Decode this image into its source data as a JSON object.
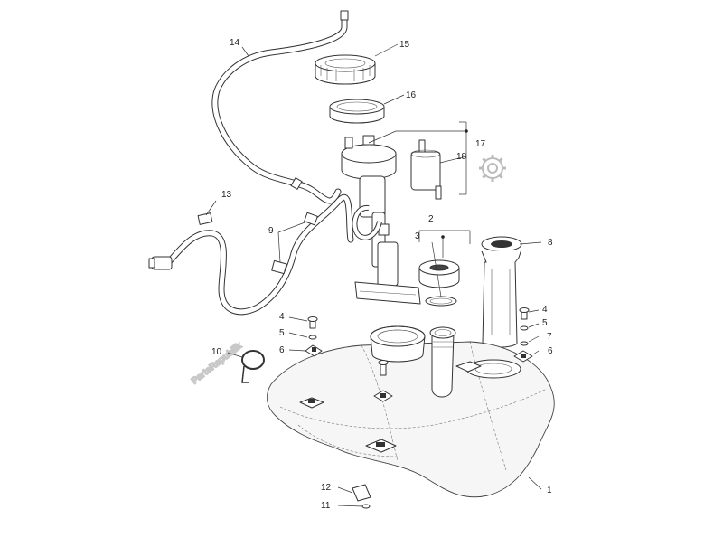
{
  "watermark": {
    "text": "PartsRepublik",
    "color": "#c8c8c8"
  },
  "callouts": {
    "c1": "1",
    "c2": "2",
    "c3": "3",
    "c4a": "4",
    "c4b": "4",
    "c5a": "5",
    "c5b": "5",
    "c6a": "6",
    "c6b": "6",
    "c7": "7",
    "c8": "8",
    "c9": "9",
    "c10": "10",
    "c11": "11",
    "c12": "12",
    "c13": "13",
    "c14": "14",
    "c15": "15",
    "c16": "16",
    "c17": "17",
    "c18": "18"
  },
  "icons": {
    "gear": "gear-icon"
  }
}
